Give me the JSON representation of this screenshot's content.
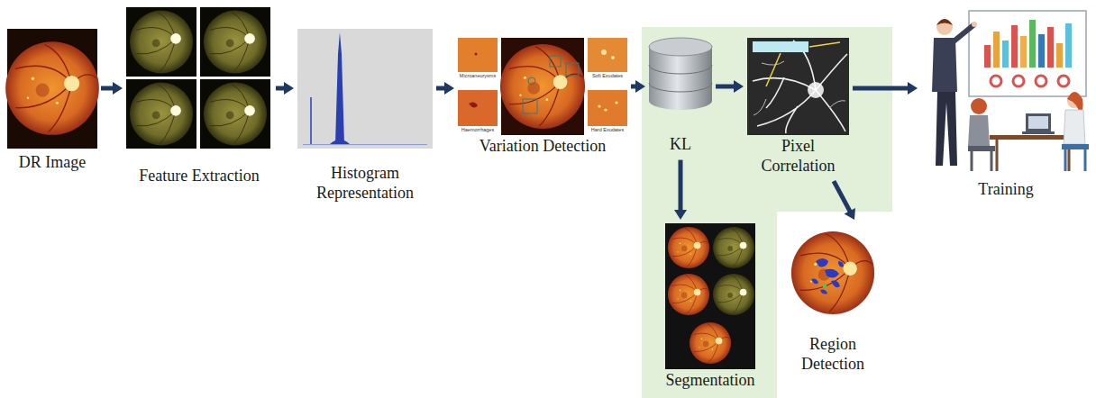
{
  "diagram": {
    "nodes": [
      {
        "text": [
          "DR Image"
        ]
      },
      {
        "text": [
          "Feature Extraction"
        ]
      },
      {
        "text": [
          "Histogram Representation"
        ]
      },
      {
        "text": [
          "Variation Detection"
        ]
      },
      {
        "text": [
          "KL"
        ]
      },
      {
        "text": [
          "Pixel Correlation"
        ]
      },
      {
        "text": [
          "Training"
        ]
      },
      {
        "text": [
          "Segmentation"
        ]
      },
      {
        "text": [
          "Region Detection"
        ]
      }
    ],
    "edges": [
      {
        "from": 0,
        "to": 1,
        "arrow": "to"
      },
      {
        "from": 1,
        "to": 2,
        "arrow": "to"
      },
      {
        "from": 2,
        "to": 3,
        "arrow": "to"
      },
      {
        "from": 3,
        "to": 4,
        "arrow": "to"
      },
      {
        "from": 4,
        "to": 5,
        "arrow": "to"
      },
      {
        "from": 5,
        "to": 6,
        "arrow": "to"
      },
      {
        "from": 4,
        "to": 7,
        "arrow": "to"
      },
      {
        "from": 5,
        "to": 8,
        "arrow": "to"
      }
    ],
    "labels": [
      "Microaneurysms",
      "Haemorrhages",
      "Soft Exudates",
      "Hard Exudates"
    ]
  }
}
